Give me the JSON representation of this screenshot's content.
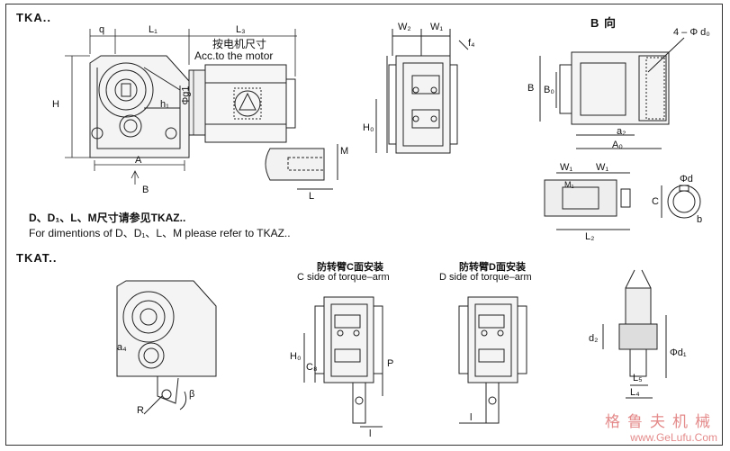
{
  "header": {
    "tka": "TKA..",
    "tkat": "TKAT..",
    "b_view": "B  向"
  },
  "notes": {
    "motor_cn": "按电机尺寸",
    "motor_en": "Acc.to the motor",
    "refer_cn": "D、D₁、L、M尺寸请参见TKAZ..",
    "refer_en": "For dimentions of D、D₁、L、M please refer to TKAZ.."
  },
  "arm_c": {
    "cn": "防转臂C面安装",
    "en": "C side of torque–arm"
  },
  "arm_d": {
    "cn": "防转臂D面安装",
    "en": "D side of torque–arm"
  },
  "dims": {
    "q": "q",
    "L1": "L₁",
    "L3": "L₃",
    "H": "H",
    "A": "A",
    "B": "B",
    "g1": "Φg1",
    "h1": "h₁",
    "W2": "W₂",
    "W1": "W₁",
    "f4": "f₄",
    "H0": "H₀",
    "M": "M",
    "L": "L",
    "holes": "4 – Φ d₀",
    "Bv": "B",
    "B0": "B₀",
    "a2": "a₂",
    "A0": "A₀",
    "W1a": "W₁",
    "W1b": "W₁",
    "M1": "M₁",
    "L2": "L₂",
    "C": "C",
    "d": "Φd",
    "b": "b",
    "a4": "a₄",
    "R": "R",
    "beta": "β",
    "H0c": "H₀",
    "C8": "C₈",
    "P": "P",
    "l": "l",
    "l2": "l",
    "d2": "d₂",
    "d1": "Φd₁",
    "L5": "L₅",
    "L4": "L₄"
  },
  "watermark": {
    "cn": "格鲁夫机械",
    "en": "www.GeLufu.Com"
  }
}
